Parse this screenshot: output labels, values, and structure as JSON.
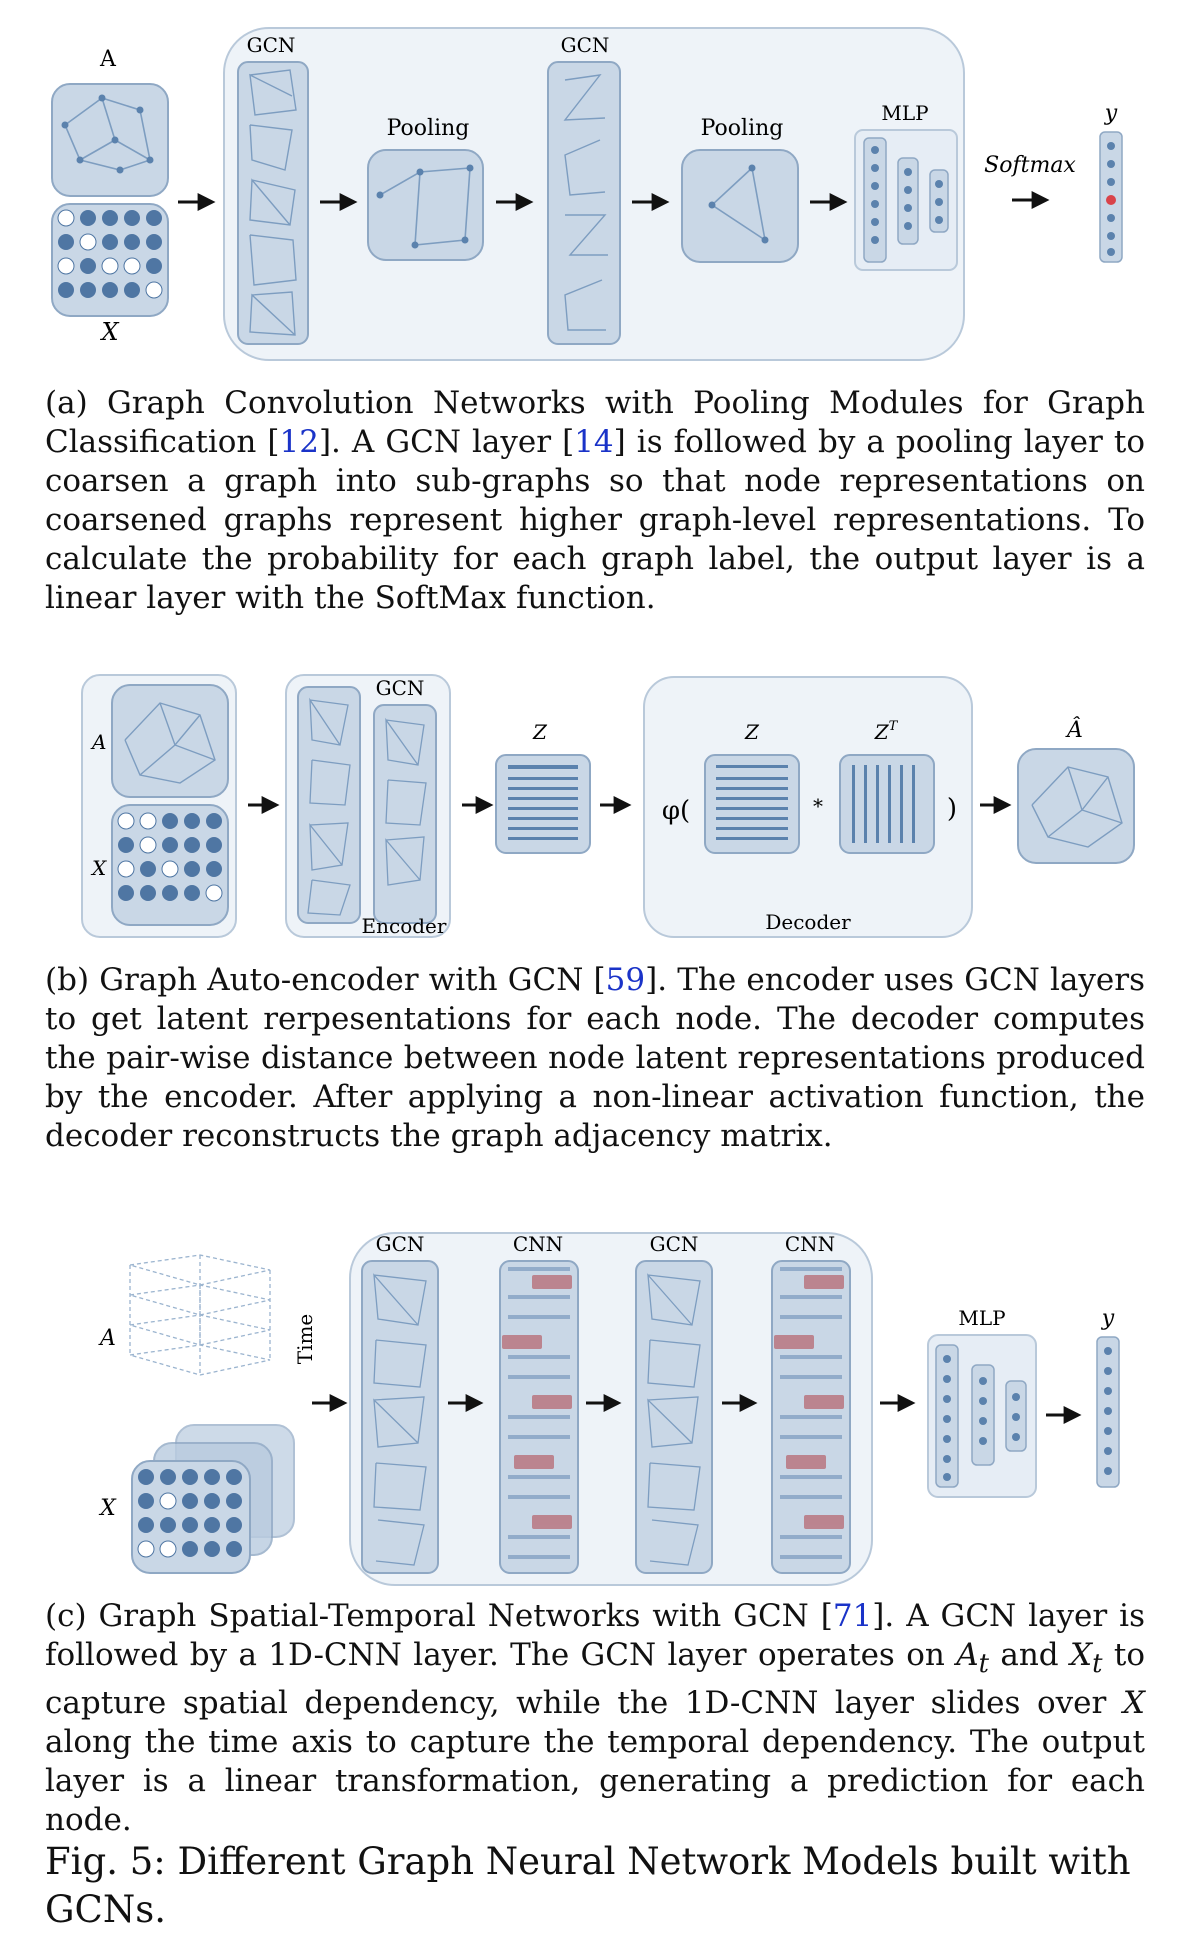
{
  "figure_a": {
    "labels": {
      "A": "A",
      "X": "X",
      "gcn1": "GCN",
      "gcn2": "GCN",
      "pooling1": "Pooling",
      "pooling2": "Pooling",
      "mlp": "MLP",
      "softmax": "Softmax",
      "y": "y"
    },
    "caption": {
      "p1": "(a) Graph Convolution Networks with Pooling Modules for Graph Classification [",
      "ref1": "12",
      "p2": "]. A GCN layer [",
      "ref2": "14",
      "p3": "] is followed by a pooling layer to coarsen a graph into sub-graphs so that node representations on coarsened graphs represent higher graph-level representations. To calculate the probability for each graph label, the output layer is a linear layer with the SoftMax function."
    }
  },
  "figure_b": {
    "labels": {
      "A": "A",
      "X": "X",
      "gcn": "GCN",
      "encoder": "Encoder",
      "z1": "Z",
      "z2": "Z",
      "zT": "Z",
      "zT_sup": "T",
      "phi_open": "φ(",
      "times": "*",
      "paren_close": ")",
      "decoder": "Decoder",
      "a_hat": "Â"
    },
    "caption": {
      "p1": "(b) Graph Auto-encoder with GCN [",
      "ref1": "59",
      "p2": "]. The encoder uses GCN layers to get latent rerpesentations for each node. The decoder computes the pair-wise distance between node latent representations produced by the encoder. After applying a non-linear activation function, the decoder reconstructs the graph adjacency matrix."
    }
  },
  "figure_c": {
    "labels": {
      "A": "A",
      "X": "X",
      "time": "Time",
      "gcn1": "GCN",
      "cnn1": "CNN",
      "gcn2": "GCN",
      "cnn2": "CNN",
      "mlp": "MLP",
      "y": "y"
    },
    "caption": {
      "p1": "(c) Graph Spatial-Temporal Networks with GCN [",
      "ref1": "71",
      "p2": "]. A GCN layer is followed by a 1D-CNN layer. The GCN layer operates on ",
      "At": "A",
      "At_sub": "t",
      "p3": " and ",
      "Xt": "X",
      "Xt_sub": "t",
      "p4": " to capture spatial dependency, while the 1D-CNN layer slides over ",
      "X": "X",
      "p5": " along the time axis to capture the temporal dependency. The output layer is a linear transformation, generating a prediction for each node."
    }
  },
  "figure_title": "Fig. 5: Different Graph Neural Network Models built with GCNs.",
  "colors": {
    "panel_fill": "#c9d7e6",
    "panel_stroke": "#8fa8c4",
    "frame_fill": "#eef3f8",
    "frame_stroke": "#b9c9da",
    "node": "#5b82ad",
    "edge": "#7d9dc0",
    "highlight_red": "#d9434a",
    "cnn_red": "#b8707a",
    "link_blue": "#1a33c8"
  }
}
